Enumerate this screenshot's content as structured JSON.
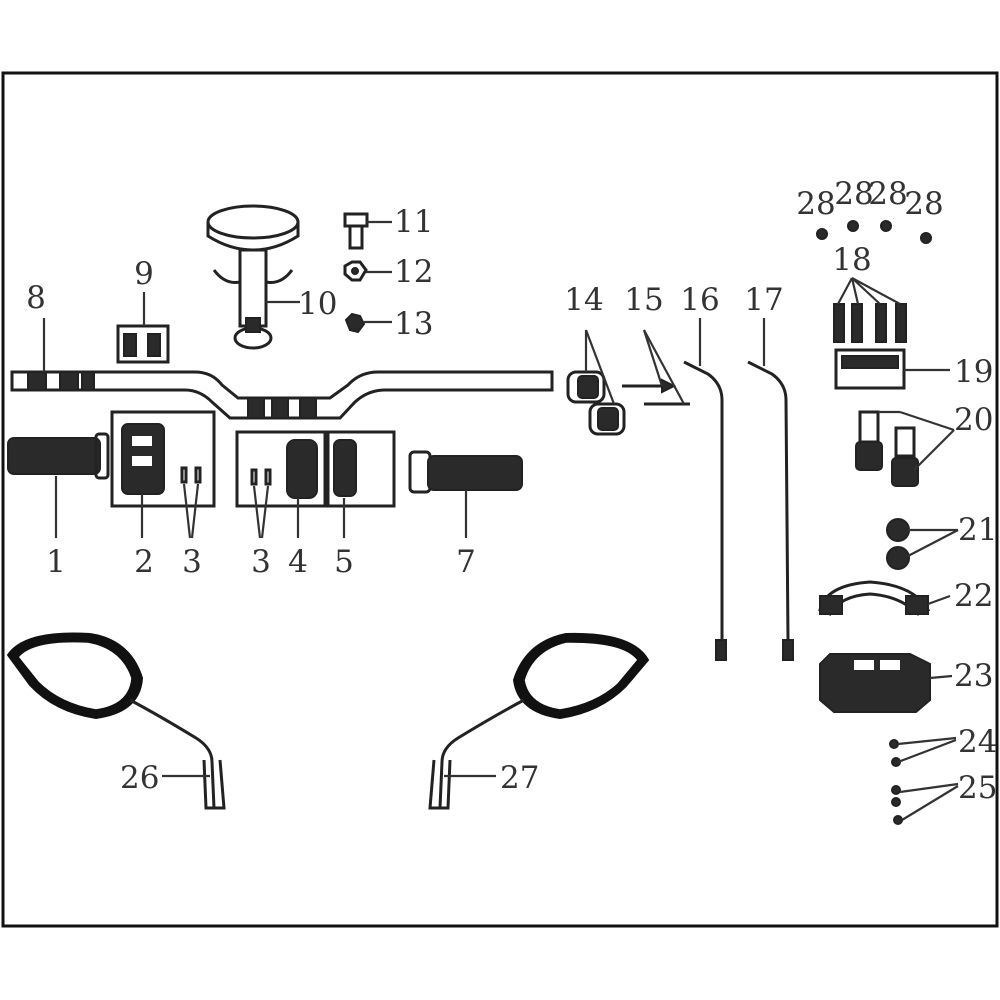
{
  "callouts": [
    "1",
    "2",
    "3",
    "3",
    "4",
    "5",
    "7",
    "8",
    "9",
    "10",
    "11",
    "12",
    "13",
    "14",
    "15",
    "16",
    "17",
    "18",
    "19",
    "20",
    "21",
    "22",
    "23",
    "24",
    "25",
    "26",
    "27",
    "28",
    "28",
    "28",
    "28"
  ],
  "colors": {
    "ink": "#222222",
    "text": "#333333",
    "background": "#ffffff"
  }
}
